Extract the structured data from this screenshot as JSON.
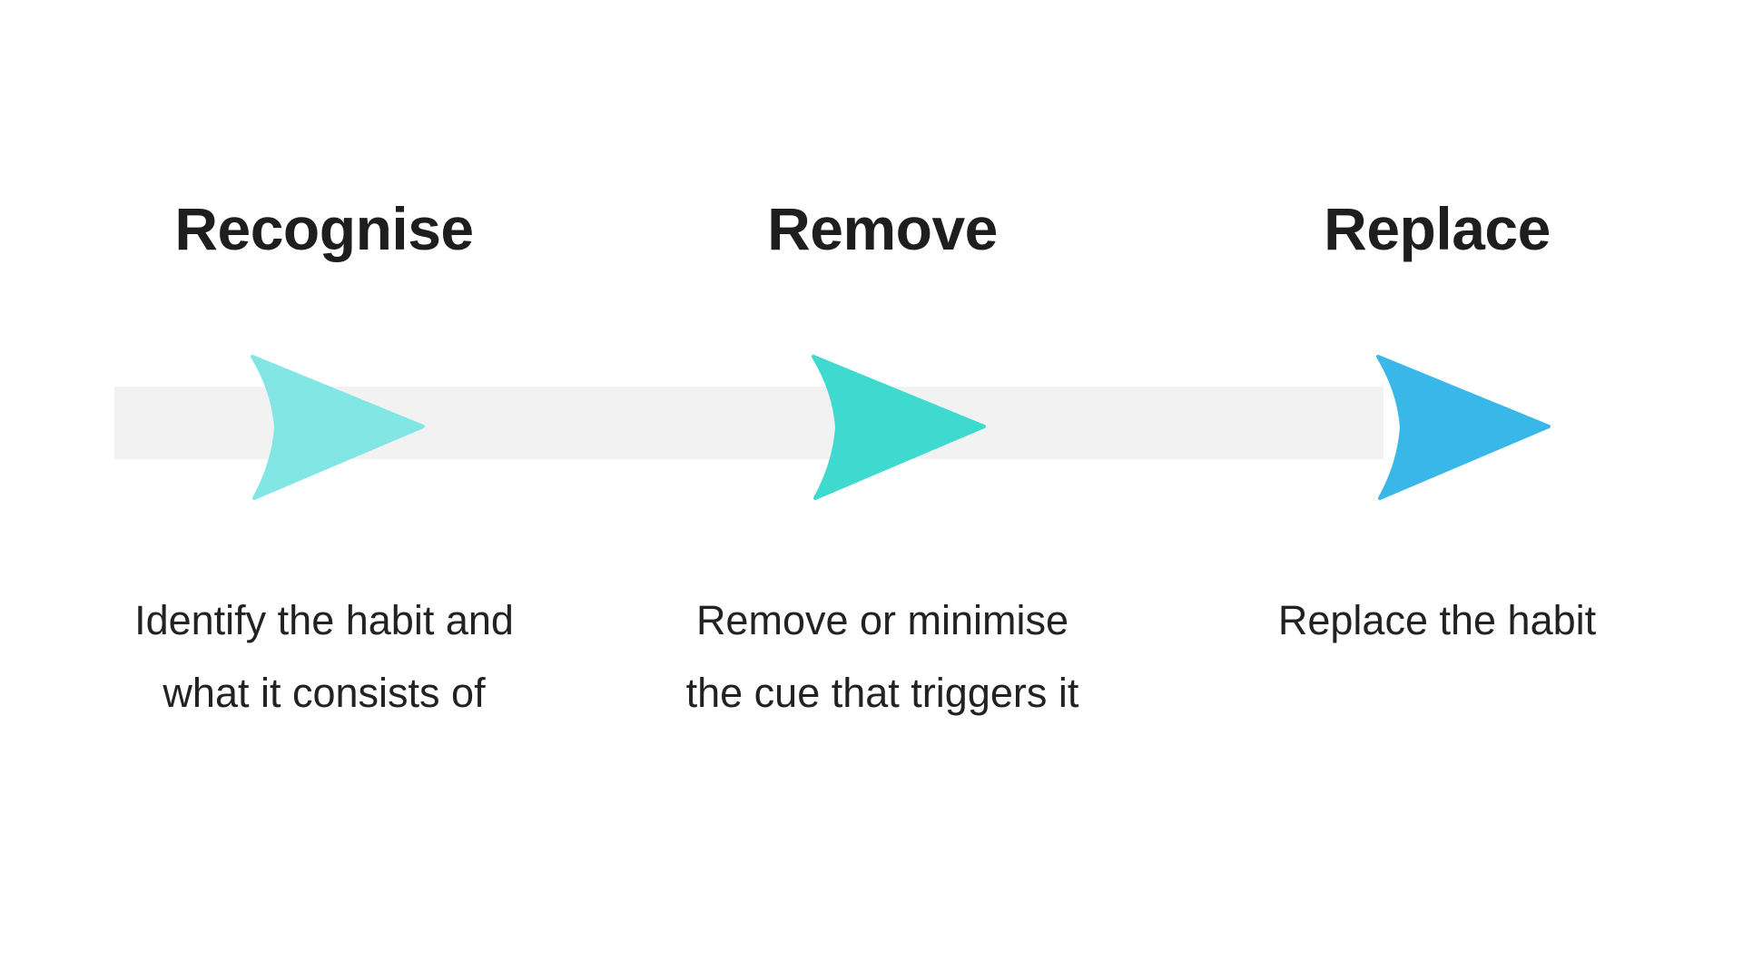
{
  "page": {
    "background": "#ffffff"
  },
  "band": {
    "color": "#f2f2f2"
  },
  "text_colors": {
    "title": "#1e1e1e",
    "body": "#222222"
  },
  "steps": [
    {
      "title": "Recognise",
      "description": "Identify the habit and\nwhat it consists of",
      "arrow_color": "#82e7e4"
    },
    {
      "title": "Remove",
      "description": "Remove or minimise\nthe cue that triggers it",
      "arrow_color": "#3edacf"
    },
    {
      "title": "Replace",
      "description": "Replace the habit",
      "arrow_color": "#3ab7e9"
    }
  ]
}
